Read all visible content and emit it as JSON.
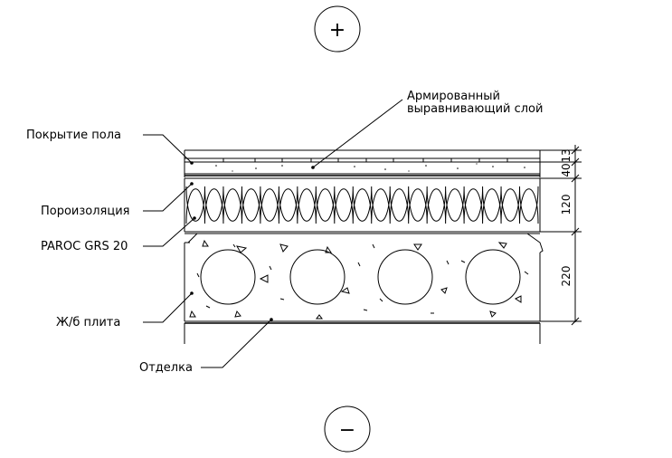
{
  "labels": {
    "floor_covering": "Покрытие пола",
    "reinforced_screed_line1": "Армированный",
    "reinforced_screed_line2": "выравнивающий слой",
    "vapor_barrier": "Пороизоляция",
    "insulation": "PAROC GRS 20",
    "slab": "Ж/б плита",
    "finish": "Отделка"
  },
  "dimensions": {
    "d13": "13",
    "d40": "40",
    "d120": "120",
    "d220": "220"
  },
  "symbols": {
    "top": "+",
    "bottom": "−"
  }
}
